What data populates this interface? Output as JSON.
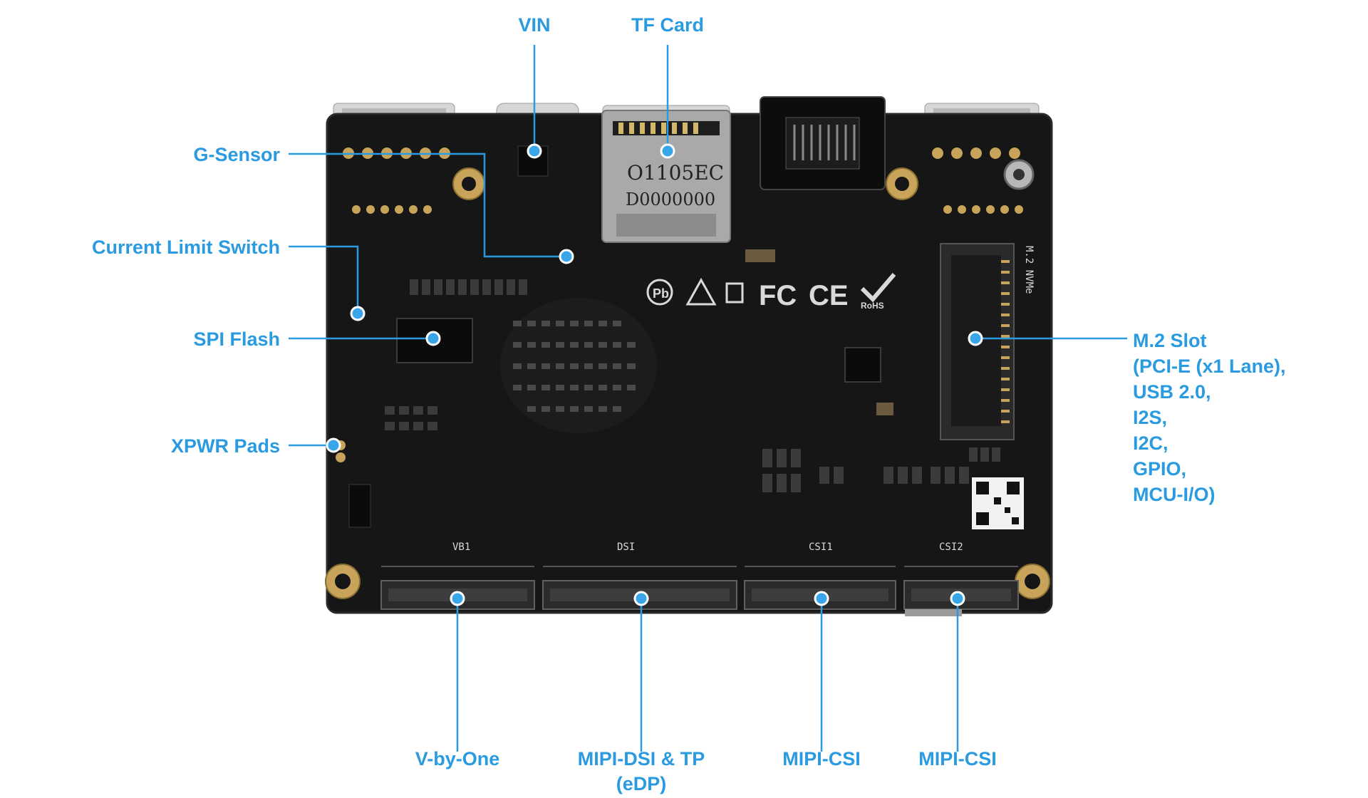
{
  "labels": {
    "vin": "VIN",
    "tf_card": "TF Card",
    "g_sensor": "G-Sensor",
    "current_limit_switch": "Current Limit Switch",
    "spi_flash": "SPI Flash",
    "xpwr_pads": "XPWR Pads",
    "m2_slot": [
      "M.2 Slot",
      "(PCI-E (x1 Lane),",
      "USB 2.0,",
      "I2S,",
      "I2C,",
      "GPIO,",
      "MCU-I/O)"
    ],
    "v_by_one": "V-by-One",
    "mipi_dsi_tp": [
      "MIPI-DSI & TP",
      "(eDP)"
    ],
    "mipi_csi_1": "MIPI-CSI",
    "mipi_csi_2": "MIPI-CSI"
  },
  "silkscreen": {
    "vb1": "VB1",
    "dsi": "DSI",
    "csi1": "CSI1",
    "csi2": "CSI2",
    "m2_nvme": "M.2 NVMe",
    "sd_marking_1": "O1105EC",
    "sd_marking_2": "D0000000",
    "rohs": "RoHS",
    "fc": "FC",
    "ce": "CE"
  },
  "colors": {
    "accent": "#2a9be0",
    "board": "#161616",
    "silkscreen": "#d9d9d9",
    "gold": "#c8a45a"
  }
}
